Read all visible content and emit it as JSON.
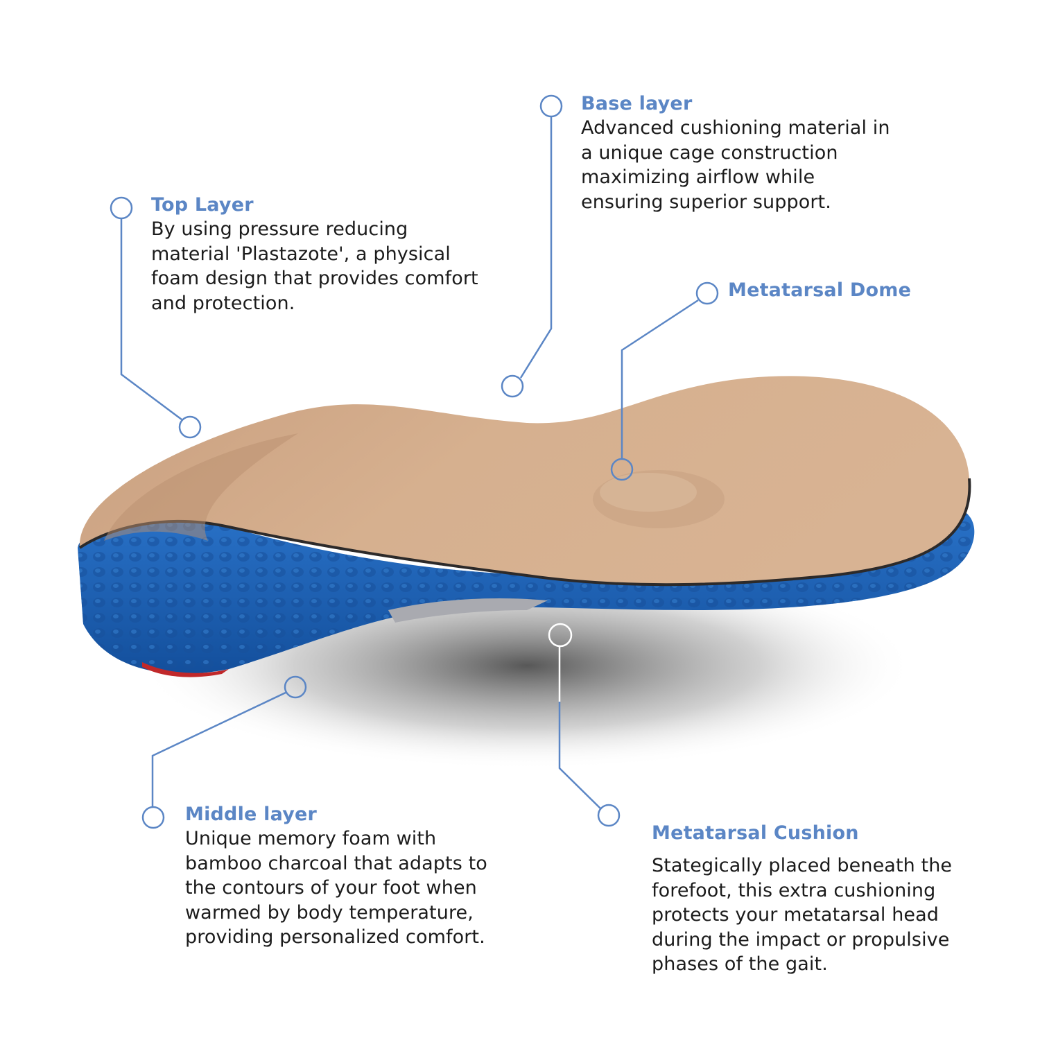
{
  "figure": {
    "subject": "Orthotic insole layer diagram",
    "colors": {
      "accent": "#5b86c5",
      "text": "#1b1b1b",
      "insole_top": "#d4ac8a",
      "insole_base": "#1f63b8",
      "background": "#ffffff"
    }
  },
  "callouts": {
    "top_layer": {
      "title": "Top Layer",
      "lines": [
        "By using pressure reducing",
        "material 'Plastazote', a physical",
        "foam design that provides comfort",
        "and protection."
      ]
    },
    "base_layer": {
      "title": "Base layer",
      "lines": [
        "Advanced cushioning material in",
        "a unique cage construction",
        "maximizing airflow while",
        "ensuring superior support."
      ]
    },
    "metatarsal_dome": {
      "title": "Metatarsal Dome",
      "lines": []
    },
    "middle_layer": {
      "title": "Middle layer",
      "lines": [
        "Unique memory foam with",
        "bamboo charcoal that adapts to",
        "the contours of your foot when",
        "warmed by body temperature,",
        "providing personalized comfort."
      ]
    },
    "metatarsal_cushion": {
      "title": "Metatarsal Cushion",
      "lines": [
        "Stategically placed beneath the",
        "forefoot, this extra cushioning",
        "protects your metatarsal head",
        "during the impact or propulsive",
        "phases of the gait."
      ]
    }
  }
}
